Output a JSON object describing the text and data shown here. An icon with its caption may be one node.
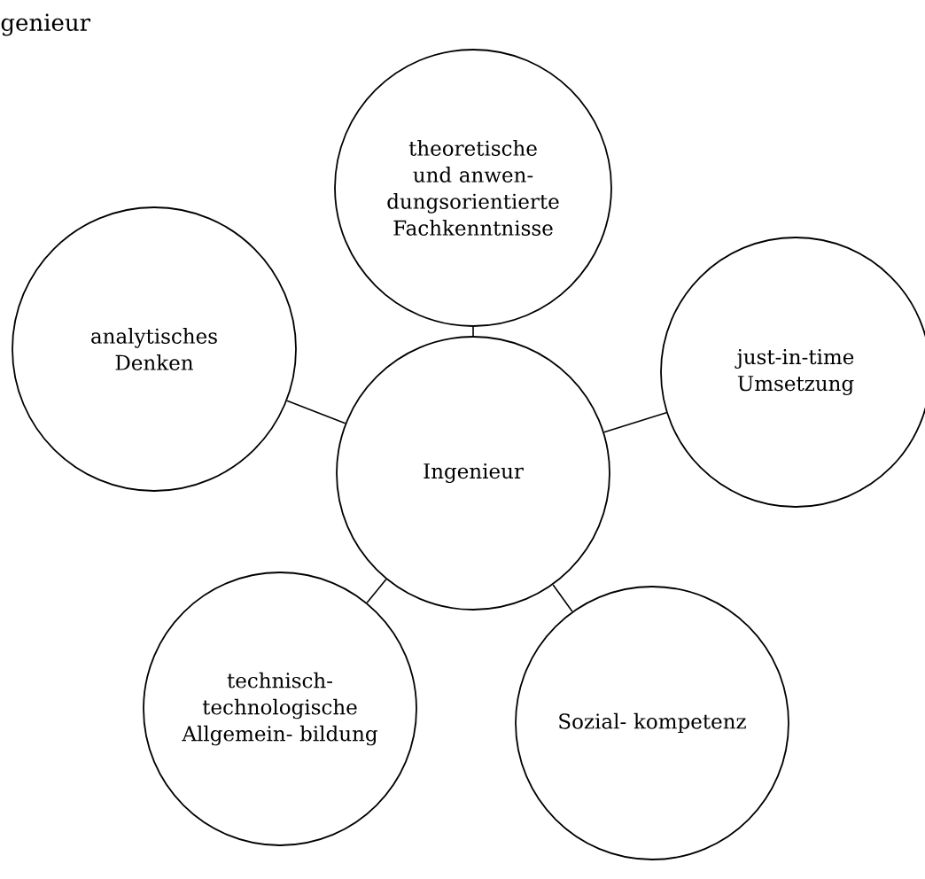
{
  "diagram": {
    "nodes": [
      {
        "text": [
          "theoretische und anwen- dungsorientierte Fachkenntnisse"
        ]
      },
      {
        "text": [
          "analytisches Denken"
        ]
      },
      {
        "text": [
          "Ingenieur"
        ]
      },
      {
        "text": [
          "just-in-time Umsetzung"
        ]
      },
      {
        "text": [
          "technisch- technologische Allgemein- bildung"
        ]
      },
      {
        "text": [
          "Sozial- kompetenz"
        ]
      }
    ],
    "edges": [
      {
        "from": 2,
        "to": 0,
        "arrow": "none"
      },
      {
        "from": 2,
        "to": 1,
        "arrow": "none"
      },
      {
        "from": 2,
        "to": 3,
        "arrow": "none"
      },
      {
        "from": 2,
        "to": 4,
        "arrow": "none"
      },
      {
        "from": 2,
        "to": 5,
        "arrow": "none"
      }
    ],
    "labels": [
      "genieur"
    ]
  }
}
